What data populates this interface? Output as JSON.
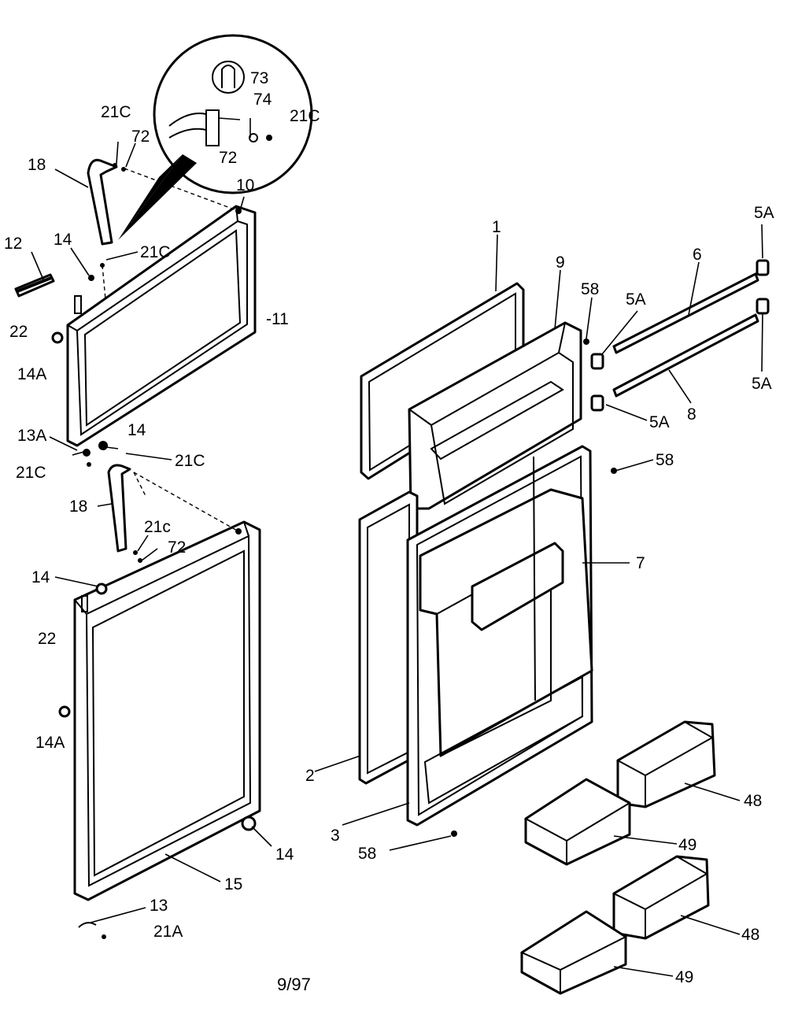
{
  "labels": {
    "l73": "73",
    "l74": "74",
    "l21c_top": "21C",
    "l21c_detail": "21C",
    "l72_a": "72",
    "l72_detail": "72",
    "l18_top": "18",
    "l10": "10",
    "l12": "12",
    "l14_a": "14",
    "l21c_mid": "21C",
    "l11": "-11",
    "l22_a": "22",
    "l14a_a": "14A",
    "l13a": "13A",
    "l14_b": "14",
    "l21c_left": "21C",
    "l21c_right": "21C",
    "l18_bot": "18",
    "l21c_lower": "21c",
    "l72_b": "72",
    "l14_c": "14",
    "l22_b": "22",
    "l14a_b": "14A",
    "l14_d": "14",
    "l15": "15",
    "l13": "13",
    "l21a": "21A",
    "l1": "1",
    "l9": "9",
    "l58_a": "58",
    "l6": "6",
    "l5a_a": "5A",
    "l5a_b": "5A",
    "l5a_c": "5A",
    "l5a_d": "5A",
    "l8": "8",
    "l58_b": "58",
    "l7": "7",
    "l2": "2",
    "l3": "3",
    "l58_c": "58",
    "l48_a": "48",
    "l49_a": "49",
    "l48_b": "48",
    "l49_b": "49"
  },
  "footer": {
    "date": "9/97"
  }
}
